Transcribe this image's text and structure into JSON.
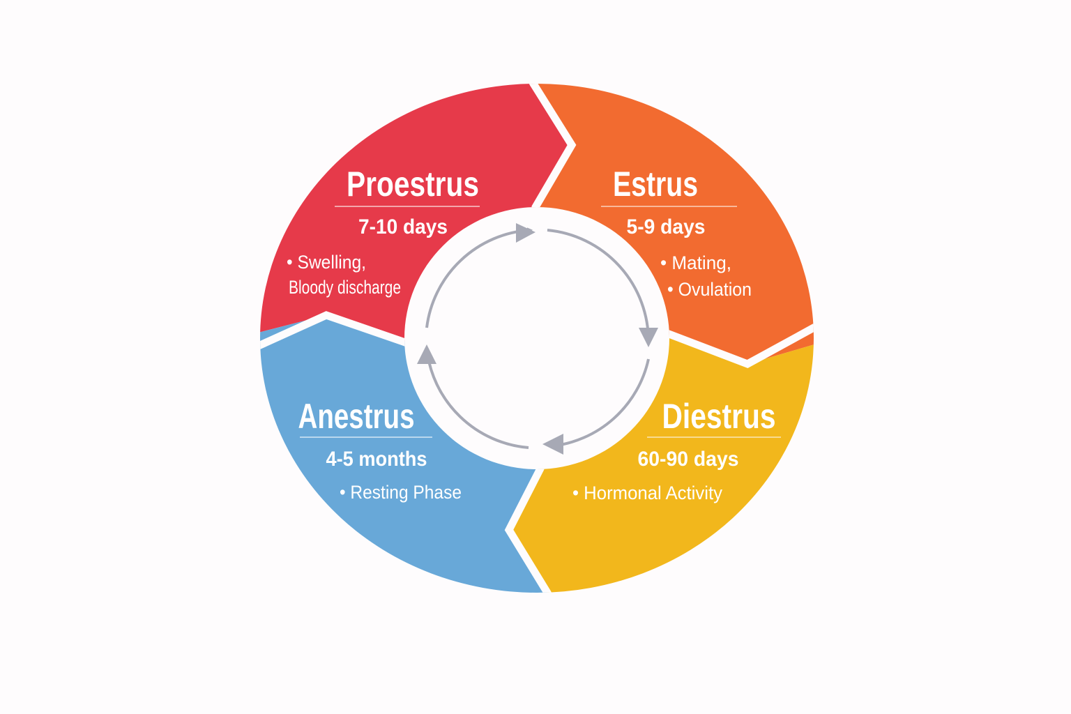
{
  "colors": {
    "proestrus": "#e63a4a",
    "estrus": "#f26b30",
    "diestrus": "#f2b71c",
    "anestrus": "#68a8d8",
    "arrows": "#a7a9b5"
  },
  "phases": {
    "proestrus": {
      "title": "Proestrus",
      "duration": "7-10 days",
      "bullets": [
        "• Swelling,",
        "Bloody discharge"
      ]
    },
    "estrus": {
      "title": "Estrus",
      "duration": "5-9 days",
      "bullets": [
        "• Mating,",
        "• Ovulation"
      ]
    },
    "diestrus": {
      "title": "Diestrus",
      "duration": "60-90 days",
      "bullets": [
        "• Hormonal Activity"
      ]
    },
    "anestrus": {
      "title": "Anestrus",
      "duration": "4-5 months",
      "bullets": [
        "• Resting Phase"
      ]
    }
  }
}
